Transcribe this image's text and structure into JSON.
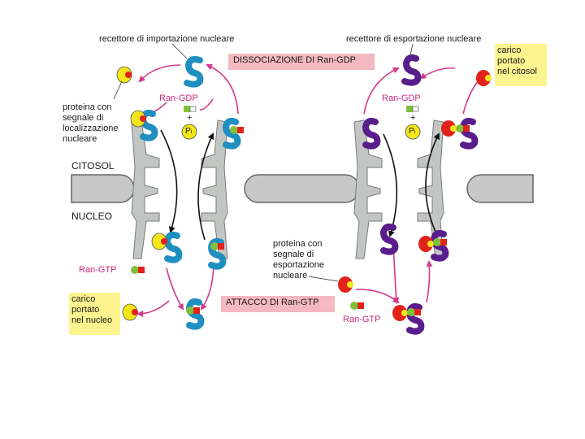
{
  "labels": {
    "import_receptor": "recettore di importazione nucleare",
    "export_receptor": "recettore di esportazione nucleare",
    "dissociation": "DISSOCIAZIONE DI Ran-GDP",
    "binding": "ATTACCO DI Ran-GTP",
    "nls_protein": "proteina con\nsegnale di\nlocalizzazione\nnucleare",
    "nes_protein": "proteina con\nsegnale di\nesportazione\nnucleare",
    "cargo_cytosol": "carico\nportato\nnel citosol",
    "cargo_nucleus": "carico\nportato\nnel nucleo",
    "cytosol": "CITOSOL",
    "nucleus": "NUCLEO",
    "ran_gdp": "Ran-GDP",
    "ran_gtp": "Ran-GTP",
    "plus": "+",
    "pi": "P",
    "pi_sub": "i"
  },
  "colors": {
    "import_receptor": "#1f8fc0",
    "export_receptor": "#5a1e8c",
    "arrow": "#d23a8a",
    "membrane_fill": "#c8c8c8",
    "membrane_stroke": "#666666",
    "pore": "#c2c6c2",
    "cargo_yellow": "#f3e61a",
    "signal_red": "#e2231a",
    "ran_green": "#7fbf3a",
    "highlight_yellow": "#fdf48f",
    "highlight_pink": "#f4b8c0"
  }
}
